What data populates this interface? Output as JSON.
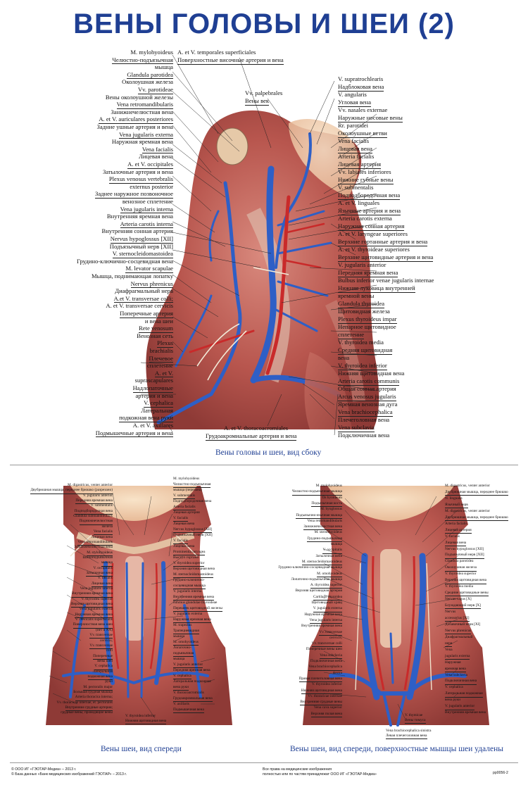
{
  "title": "ВЕНЫ ГОЛОВЫ И ШЕИ (2)",
  "lateral": {
    "caption": "Вены головы и шеи, вид сбоку",
    "left_labels": [
      "M. mylohyoideus",
      "Челюстно-подъязычная",
      "мышца",
      "Glandula parotidea",
      "Околоушная железа",
      "Vv. parotideae",
      "Вены околоушной железы",
      "Vena retromandibularis",
      "Занижнечелюстная вена",
      "A. et V. auriculares posteriores",
      "Задние ушные артерия и вена",
      "Vena jugularis externa",
      "Наружная яремная вена",
      "Vena facialis",
      "Лицевая вена",
      "A. et V. occipitales",
      "Затылочные артерия и вена",
      "Plexus venosus vertebralis",
      "externus posterior",
      "Заднее наружное позвоночное",
      "венозное сплетение",
      "Vena jugularis interna",
      "Внутренняя яремная вена",
      "Arteria carotis interna",
      "Внутренняя сонная артерия",
      "Nervus hypoglossus [XII]",
      "Подъязычный нерв [XII]",
      "V. sternocleidomastoidea",
      "Грудино-ключично-сосцевидная вена",
      "M. levator scapulae",
      "Мышца, поднимающая лопатку",
      "Nervus phrenicus",
      "Диафрагмальный нерв",
      "A.et V. transversae colli;",
      "A. et V. transversae cervicis",
      "Поперечные артерия",
      "и вена шеи",
      "Rete venosum",
      "Венозная сеть",
      "Plexus",
      "brachialis",
      "Плечевое",
      "сплетение",
      "A. et V.",
      "suprascapulares",
      "Надлопаточные",
      "артерия и вена",
      "V. cephalica",
      "Латеральная",
      "подкожная вена руки",
      "A. et V. axillares",
      "Подмышечные артерия и вена"
    ],
    "top_center_labels": [
      "A. et V. temporales superficiales",
      "Поверхностные височные артерия и вена",
      "Vv. palpebrales",
      "Вены век"
    ],
    "right_labels": [
      "V. supratrochlearis",
      "Надблоковая вена",
      "V. angularis",
      "Угловая вена",
      "Vv. nasales externae",
      "Наружные носовые вены",
      "Rr. parotidei",
      "Околоушные ветви",
      "Vena facialis",
      "Лицевая вена",
      "Arteria facialis",
      "Лицевая артерия",
      "Vv. labiales inferiores",
      "Нижние губные вены",
      "V. submentalis",
      "Подподбородочная вена",
      "A. et V. linguales",
      "Язычные артерия и вена",
      "Arteria carotis externa",
      "Наружная сонная артерия",
      "A. et V. laryngeae superiores",
      "Верхние гортанные артерия и вена",
      "A. et V. thyroideae superiores",
      "Верхние щитовидные артерия и вена",
      "V. jugularis anterior",
      "Передняя яремная вена",
      "Bulbus inferior venae jugularis internae",
      "Нижняя луковица внутренней",
      "яремной вены",
      "Glandula thyroidea",
      "Щитовидная железа",
      "Plexus thyroideus impar",
      "Непарное щитовидное",
      "сплетение",
      "V. thyroidea media",
      "Средняя щитовидная",
      "вена",
      "V. thyroidea inferior",
      "Нижняя щитовидная вена",
      "Arteria carotis communis",
      "Общая сонная артерия",
      "Arcus venosus jugularis",
      "Яремная венозная дуга",
      "Vena brachiocephalica",
      "Плечеголовная вена",
      "Vena subclavia",
      "Подключичная вена"
    ],
    "bottom_center_labels": [
      "A. et V. thoracoacromiales",
      "Грудоакромиальные артерия и вена"
    ]
  },
  "front1": {
    "caption": "Вены шеи, вид спереди",
    "left_labels": [
      "M. digastricus, venter anterior",
      "Двубрюшная мышца, переднее брюшко (разрезано)",
      "V. jugularis anterior",
      "Передняя яремная вена",
      "V. submentalis",
      "Подподбородочная вена",
      "Glandula submandibularis",
      "Поднижнечелюстная",
      "железа",
      "Vena facialis",
      "Лицевая вена",
      "Vena retromandibularis",
      "Занижнечелюстная вена",
      "M. stylohyoideus",
      "Шилоподъязычная",
      "мышца",
      "V. occipitalis",
      "Затылочная вена",
      "V. facialis",
      "Лицевая вена",
      "Vena jugularis interna",
      "Внутренняя яремная вена",
      "V. thyroidea superior",
      "Верхняя щитовидная вена",
      "Vena jugularis externa",
      "Наружная яремная вена",
      "V. cervicalis superficialis",
      "Поверхностная вена шеи",
      "(нет в NA)",
      "Vv. transversae",
      "cervicis;",
      "Vv. transversae",
      "colli",
      "Поперечные",
      "вены шеи",
      "V. cephalica",
      "Латеральная",
      "подкожная вена",
      "руки",
      "M. pectoralis major",
      "Большая грудная мышца",
      "Arteria thoracica interna;",
      "Vv. thoracicae internae, et. pectorales",
      "Внутренние грудные артерия;",
      "грудные вены, проводящие вены"
    ],
    "right_labels": [
      "M. mylohyoideus",
      "Челюстно-подъязычная",
      "мышца (перезана)",
      "V. submentalis",
      "Подподбородочная вена",
      "Arteria facialis",
      "Лицевая артерия",
      "V. facialis",
      "Лицевая вена",
      "Nervus hypoglossus [XII]",
      "Подъязычный нерв [XII]",
      "V. facialis",
      "Лицевая вена",
      "Prominentia laryngea",
      "Выступ гортани",
      "V. thyroidea superior",
      "Верхняя щитовидная вена",
      "M. sternocleidomastoideus",
      "Грудино-ключично-",
      "сосцевидная мышца",
      "V. jugularis interna",
      "Внутренняя яремная вена",
      "Isthmus glandulae thyroideae",
      "Перешеек щитовидной железы",
      "V. jugularis externa",
      "Наружная яремная вена",
      "M. trapezius",
      "Трапециевидная",
      "мышца",
      "M. omohyoideus",
      "Лопаточно-",
      "подъязычная",
      "мышца",
      "V. jugularis anterior",
      "Передняя яремная вена",
      "V. cephalica",
      "Латеральная подкожная",
      "вена руки",
      "V. thoracoacromialis",
      "Грудоакромиальная вена",
      "V. axillaris",
      "Подмышечная вена"
    ],
    "bottom_labels": [
      "V. thyroidea inferior",
      "Нижняя щитовидная вена"
    ]
  },
  "front2": {
    "caption": "Вены шеи, вид спереди, поверхностные мышцы шеи удалены",
    "left_labels": [
      "M. mylohyoideus",
      "Челюстно-подъязычная мышца",
      "Os hyoideum",
      "Подъязычная кость",
      "M. hyoglossus",
      "Подъязычно-язычная мышца",
      "Vena retromandibularis",
      "Занижнечелюстная вена",
      "M. sternohyoideus",
      "Грудино-подъязычная",
      "мышца",
      "V. occipitalis",
      "Затылочная вена",
      "M. sternocleidomastoideus",
      "Грудино-ключично-сосцевидная мышца",
      "M. omohyoideus",
      "Лопаточно-подъязычная мышца",
      "A. thyroidea superior",
      "Верхняя щитовидная артерия",
      "Cartilago thyroidea",
      "Щитовидный хрящ",
      "V. jugularis externa",
      "Наружная яремная вена",
      "Vena jugularis interna",
      "Внутренняя яремная вена",
      "Vv. transversae",
      "cervicis;",
      "Vv. transversae colli",
      "Поперечные вены шеи",
      "Vena subclavia",
      "Подключичная вена",
      "Vena brachiocephalica",
      "dextra",
      "Правая плечеголовная вена",
      "V. thyroidea inferior",
      "Нижняя щитовидная вена",
      "Vv. thoracicae internae",
      "Внутренние грудные вены",
      "Vena cava superior",
      "Верхняя полая вена"
    ],
    "right_labels": [
      "M. digastricus, venter anterior",
      "Двубрюшная мышца, переднее брюшко",
      "N. lingualis",
      "Язычный нерв",
      "M. digastricus, venter anterior",
      "Двубрюшная мышца, переднее брюшко",
      "Arteria facialis",
      "Лицевая артерия",
      "V. facialis",
      "Лицевая вена",
      "Nervus hypoglossus [XII]",
      "Подъязычный нерв [XII]",
      "Glandula parotidea",
      "Околоушная железа",
      "V. thyroidea superior",
      "Верхняя щитовидная вена",
      "V. thyroidea media",
      "Средние щитовидные вены",
      "Nervus vagus [X]",
      "Блуждающий нерв [X]",
      "Nervus",
      "accessorius [XI]",
      "Добавочный нерв [XI]",
      "Nervus phrenicus",
      "Диафрагмальный",
      "нерв",
      "Vena",
      "jugularis externa",
      "Наружная",
      "яремная вена",
      "Vena subclavia",
      "Подключичная вена",
      "V. cephalica",
      "Латеральная подкожная",
      "вена руки",
      "V. jugularis anterior",
      "Внутренняя яремная вена"
    ],
    "bottom_labels": [
      "V. thymicae",
      "Вены тимуса",
      "Vena brachiocephalica sinistra",
      "Левая плечеголовная вена"
    ]
  },
  "footer": {
    "left": [
      "© ООО ИГ «ГЭОТАР-Медиа» – 2013 г.",
      "© База данных «Банк медицинских изображений ГЭОТАР» – 2013 г."
    ],
    "center": [
      "Все права на медицинские изображения",
      "полностью или по частям принадлежат ООО ИГ «ГЭОТАР-Медиа»"
    ],
    "code": "pp0056-2"
  },
  "colors": {
    "title": "#1f3f93",
    "vein": "#2e5fc6",
    "artery": "#c92a2a",
    "muscle": "#b8564e",
    "skin": "#f3d6b8"
  }
}
